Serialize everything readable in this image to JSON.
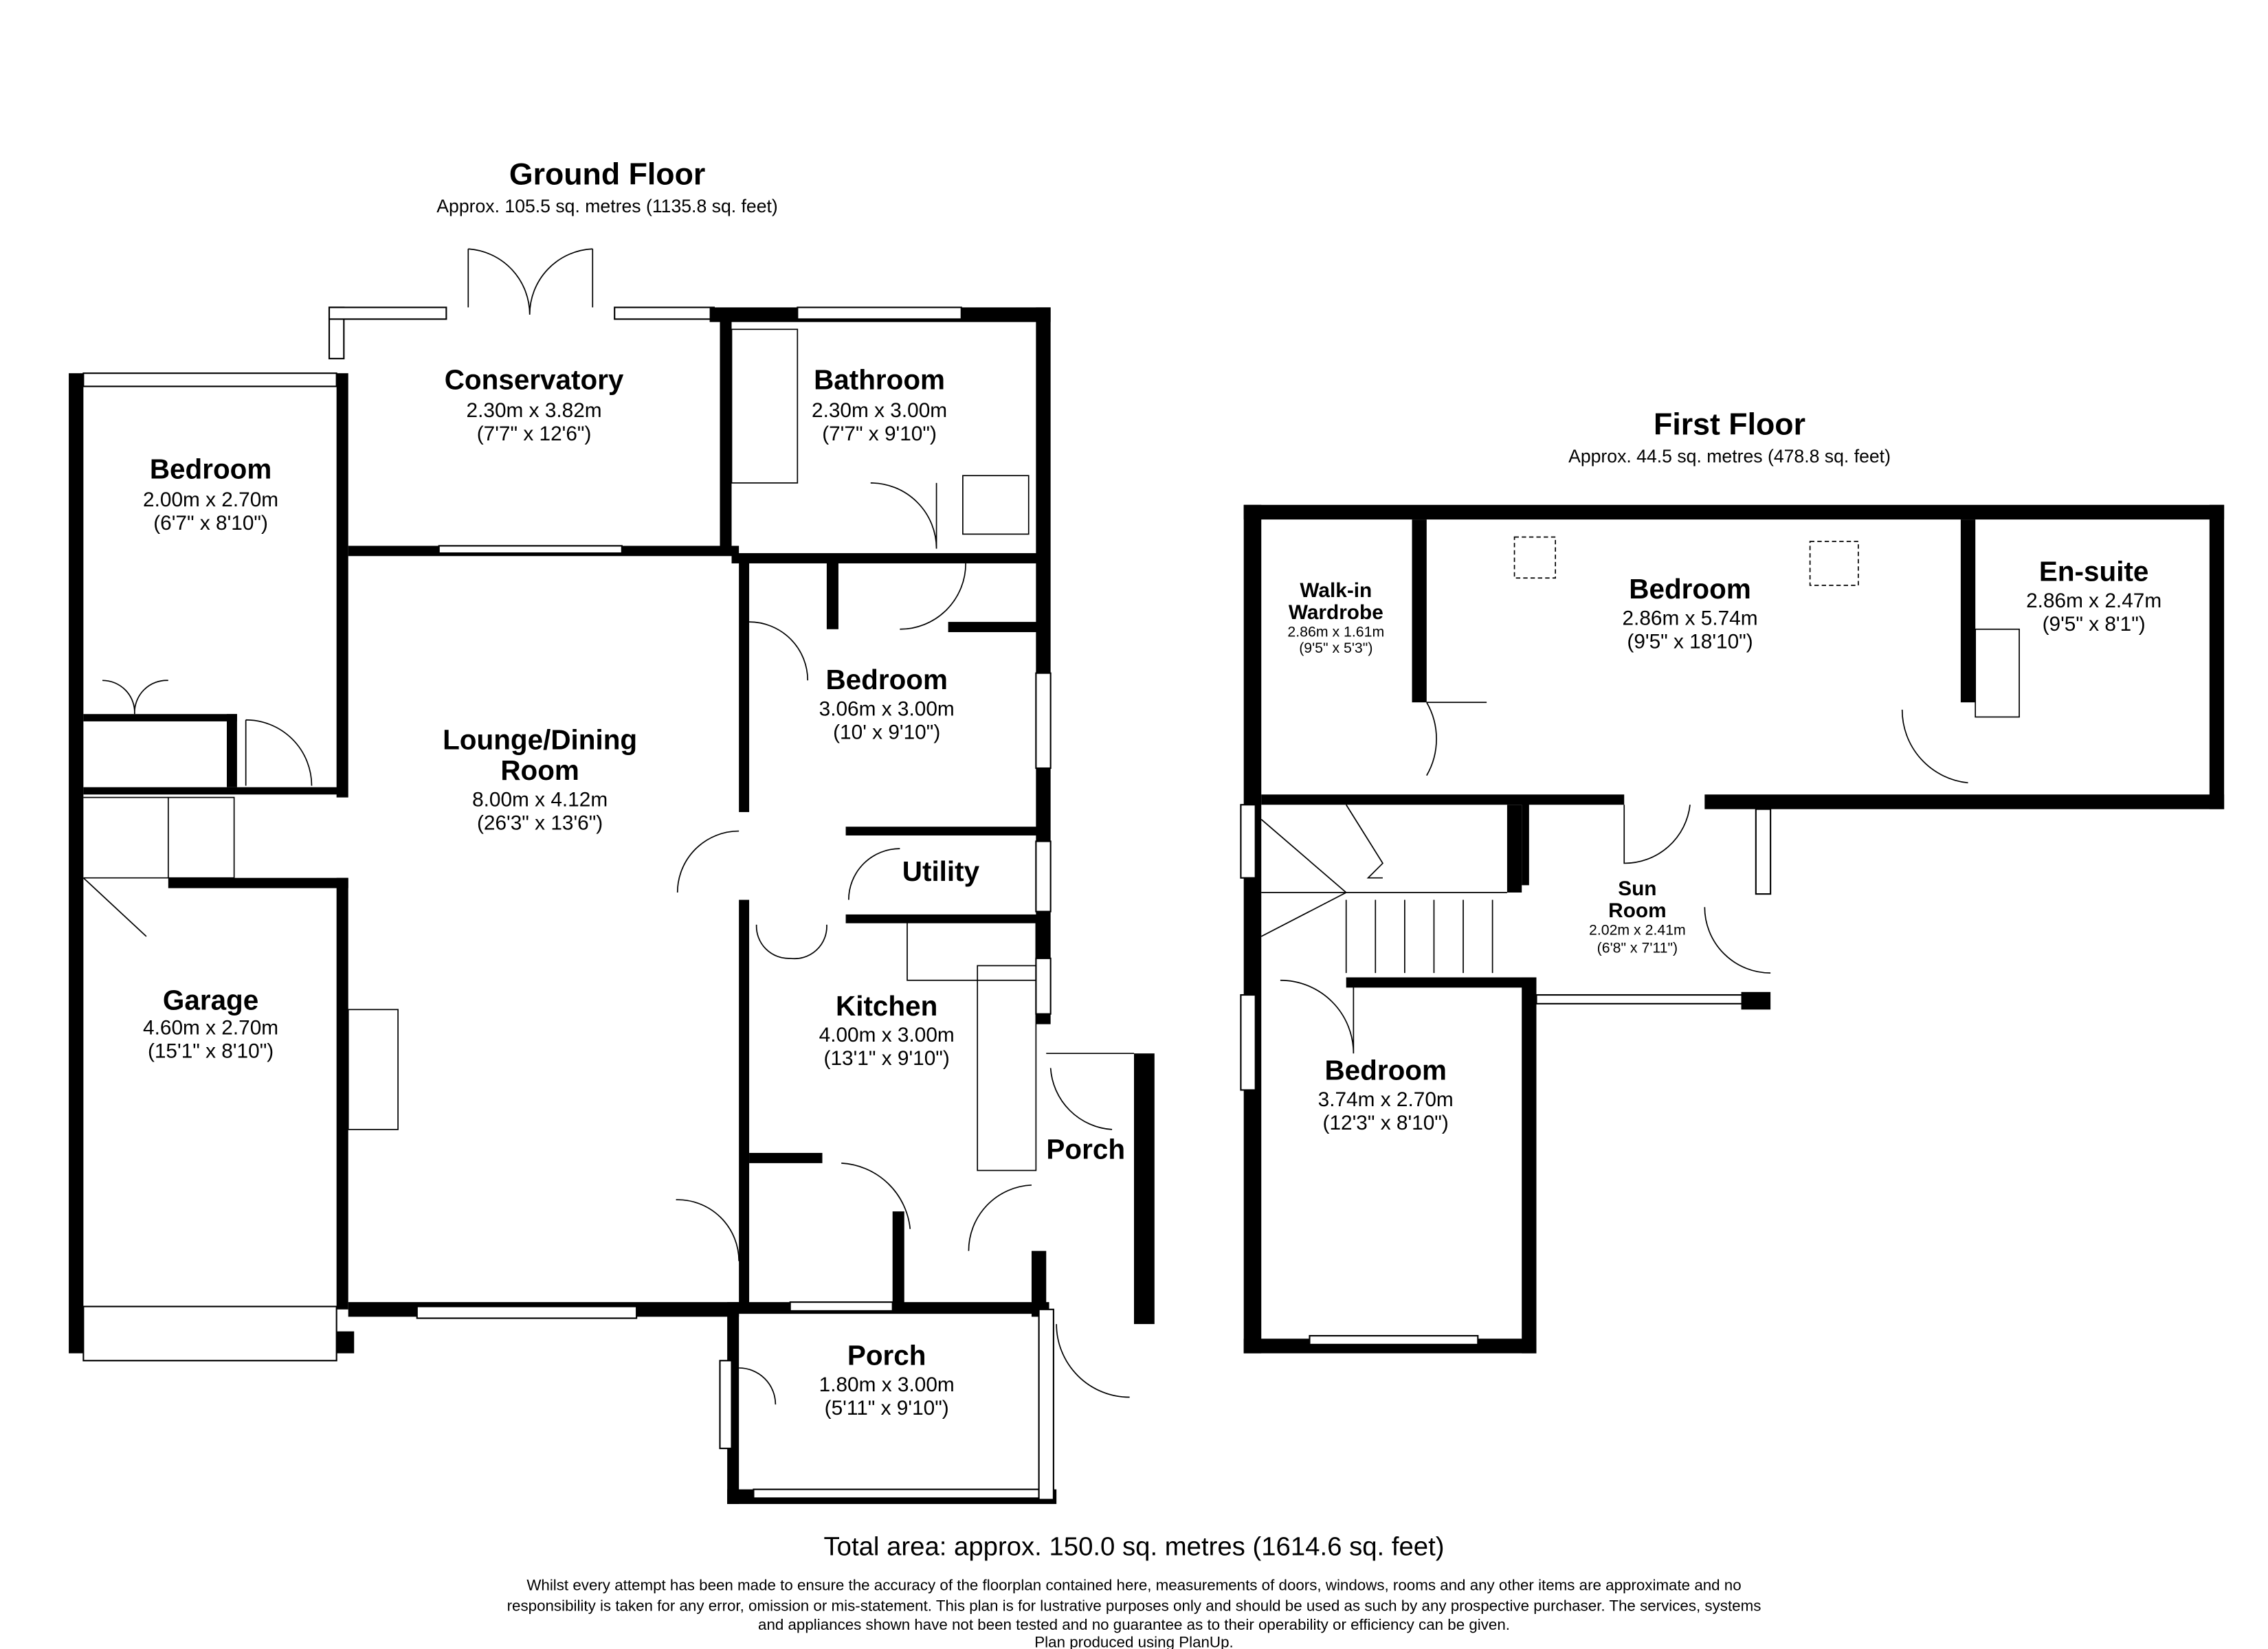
{
  "ground_floor": {
    "title": "Ground Floor",
    "area": "Approx. 105.5 sq. metres (1135.8 sq. feet)",
    "rooms": [
      {
        "name": "Conservatory",
        "metric": "2.30m x 3.82m",
        "imperial": "(7'7\" x 12'6\")"
      },
      {
        "name": "Bathroom",
        "metric": "2.30m x 3.00m",
        "imperial": "(7'7\" x 9'10\")"
      },
      {
        "name": "Bedroom",
        "metric": "2.00m x 2.70m",
        "imperial": "(6'7\" x 8'10\")"
      },
      {
        "name_line1": "Lounge/Dining",
        "name_line2": "Room",
        "metric": "8.00m x 4.12m",
        "imperial": "(26'3\" x 13'6\")"
      },
      {
        "name": "Bedroom",
        "metric": "3.06m x 3.00m",
        "imperial": "(10' x 9'10\")"
      },
      {
        "name": "Utility"
      },
      {
        "name": "Garage",
        "metric": "4.60m x 2.70m",
        "imperial": "(15'1\" x 8'10\")"
      },
      {
        "name": "Kitchen",
        "metric": "4.00m x 3.00m",
        "imperial": "(13'1\" x 9'10\")"
      },
      {
        "name": "Porch"
      },
      {
        "name": "Porch",
        "metric": "1.80m x 3.00m",
        "imperial": "(5'11\" x 9'10\")"
      }
    ]
  },
  "first_floor": {
    "title": "First Floor",
    "area": "Approx. 44.5 sq. metres (478.8 sq. feet)",
    "rooms": [
      {
        "name_line1": "Walk-in",
        "name_line2": "Wardrobe",
        "metric": "2.86m x 1.61m",
        "imperial": "(9'5\" x 5'3\")"
      },
      {
        "name": "Bedroom",
        "metric": "2.86m x 5.74m",
        "imperial": "(9'5\" x 18'10\")"
      },
      {
        "name": "En-suite",
        "metric": "2.86m x 2.47m",
        "imperial": "(9'5\" x 8'1\")"
      },
      {
        "name_line1": "Sun",
        "name_line2": "Room",
        "metric": "2.02m x 2.41m",
        "imperial": "(6'8\" x 7'11\")"
      },
      {
        "name": "Bedroom",
        "metric": "3.74m x 2.70m",
        "imperial": "(12'3\" x 8'10\")"
      }
    ]
  },
  "footer": {
    "total": "Total area: approx. 150.0 sq. metres (1614.6 sq. feet)",
    "disclaimer": [
      "Whilst every attempt has been made to ensure the accuracy of the floorplan contained here, measurements of doors, windows, rooms and any other items are approximate and no",
      "responsibility is taken for any error, omission or mis-statement. This plan is for lustrative purposes only and should be used as such by any prospective purchaser. The services, systems",
      "and appliances shown have not been tested and no guarantee as to their operability or efficiency can be given."
    ],
    "credit": "Plan produced using PlanUp."
  }
}
